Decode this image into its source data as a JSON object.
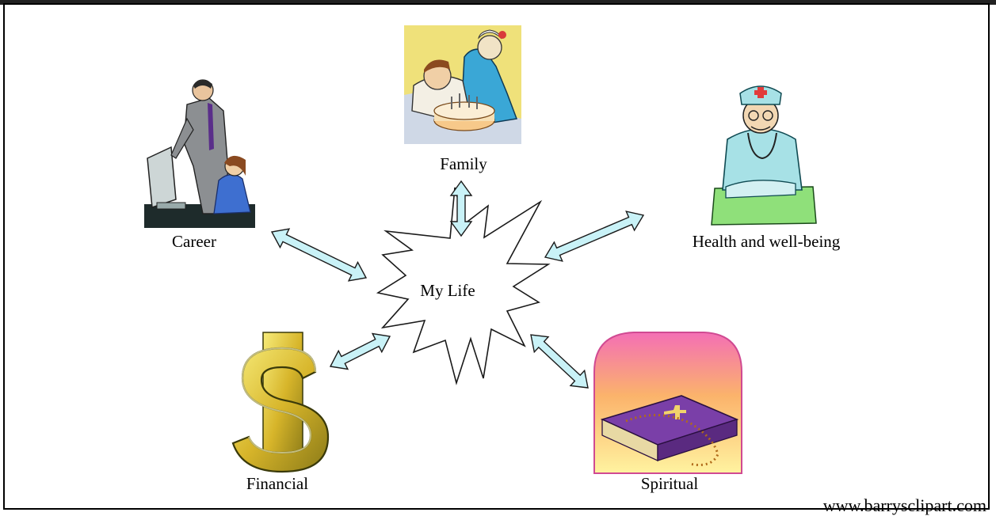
{
  "center": {
    "label": "My Life"
  },
  "nodes": {
    "family": {
      "label": "Family",
      "icon": "birthday-cake-family-clipart"
    },
    "career": {
      "label": "Career",
      "icon": "office-workers-computer-clipart"
    },
    "health": {
      "label": "Health and well-being",
      "icon": "nurse-doctor-clipart"
    },
    "financial": {
      "label": "Financial",
      "icon": "dollar-sign-clipart"
    },
    "spiritual": {
      "label": "Spiritual",
      "icon": "bible-rosary-clipart"
    }
  },
  "credit": "www.barrysclipart.com",
  "colors": {
    "arrow_fill": "#c9f2f7",
    "arrow_stroke": "#1a1a1a",
    "star_fill": "#ffffff"
  }
}
